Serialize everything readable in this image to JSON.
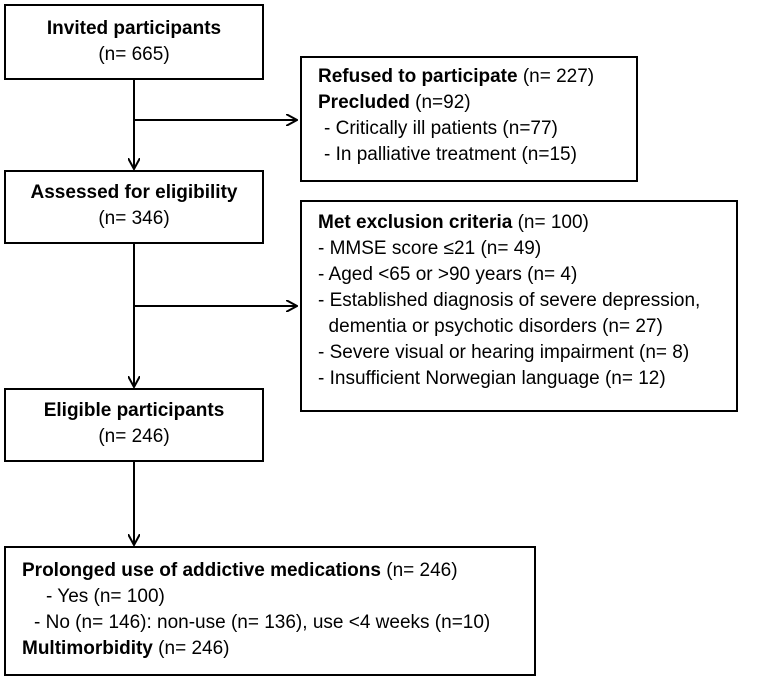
{
  "invited": {
    "title": "Invited participants",
    "count": "(n= 665)"
  },
  "assessed": {
    "title": "Assessed for eligibility",
    "count": "(n= 346)"
  },
  "eligible": {
    "title": "Eligible participants",
    "count": "(n= 246)"
  },
  "refused": {
    "refused_label": "Refused to participate",
    "refused_count": " (n= 227)",
    "precluded_label": "Precluded",
    "precluded_count": " (n=92)",
    "items": [
      "- Critically ill patients (n=77)",
      "- In palliative treatment (n=15)"
    ]
  },
  "exclusion": {
    "label": "Met exclusion criteria",
    "count": " (n= 100)",
    "items": [
      "- MMSE score ≤21 (n= 49)",
      "- Aged <65 or >90 years (n= 4)",
      "- Established diagnosis of severe depression,",
      "  dementia or psychotic disorders (n= 27)",
      "- Severe visual or hearing impairment (n= 8)",
      "- Insufficient Norwegian language (n= 12)"
    ]
  },
  "final": {
    "prolonged_label": "Prolonged use of addictive medications",
    "prolonged_count": " (n= 246)",
    "items": [
      "- Yes (n= 100)",
      "- No (n= 146): non-use (n= 136), use <4 weeks (n=10)"
    ],
    "multimorbidity_label": "Multimorbidity",
    "multimorbidity_count": " (n= 246)"
  }
}
